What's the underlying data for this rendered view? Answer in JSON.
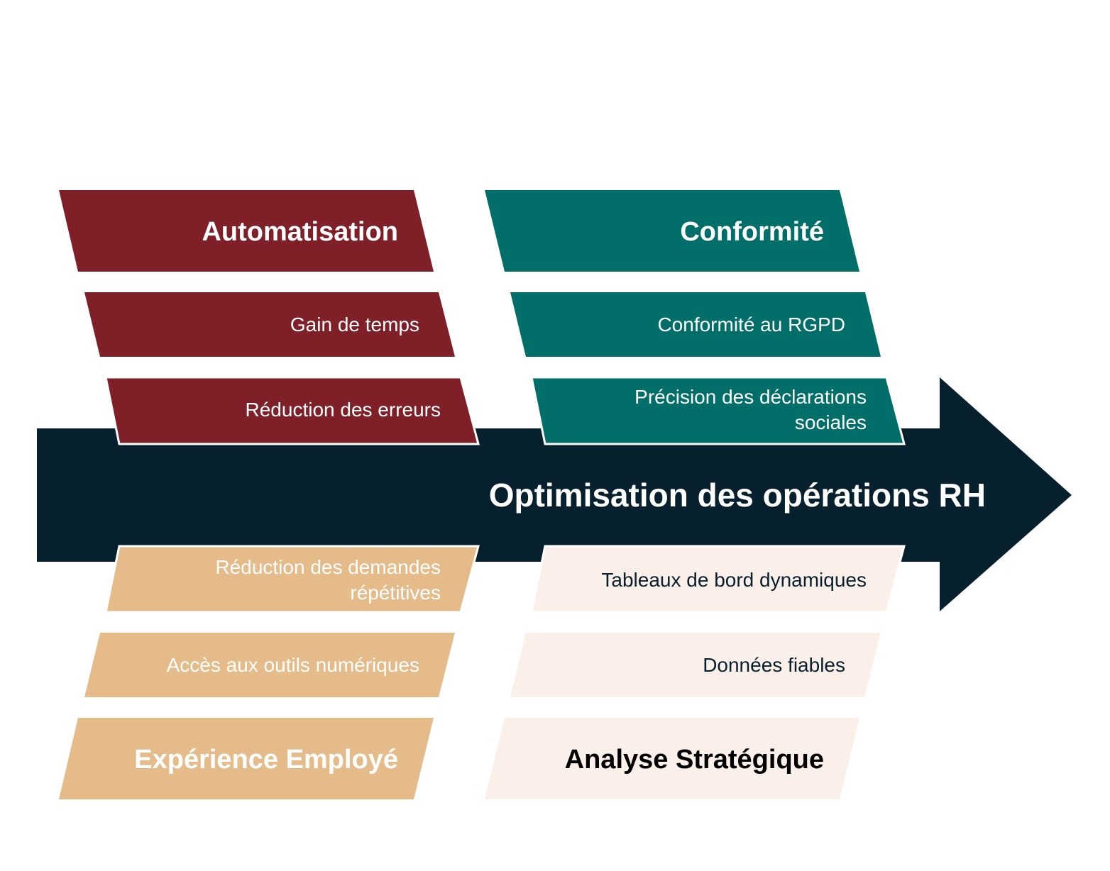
{
  "colors": {
    "spine": "#07202d",
    "automation": "#7f2028",
    "compliance": "#026e6a",
    "employee": "#e6bb8a",
    "strategy": "#fbefe9"
  },
  "spine": {
    "title": "Optimisation des opérations RH"
  },
  "categories": {
    "automation": {
      "title": "Automatisation",
      "items": [
        "Gain de temps",
        "Réduction des erreurs"
      ]
    },
    "compliance": {
      "title": "Conformité",
      "items": [
        "Conformité au RGPD",
        "Précision des déclarations",
        "sociales"
      ]
    },
    "employee": {
      "title": "Expérience Employé",
      "items": [
        "Réduction des demandes",
        "répétitives",
        "Accès aux outils numériques"
      ]
    },
    "strategy": {
      "title": "Analyse Stratégique",
      "items": [
        "Tableaux de bord dynamiques",
        "Données fiables"
      ]
    }
  }
}
